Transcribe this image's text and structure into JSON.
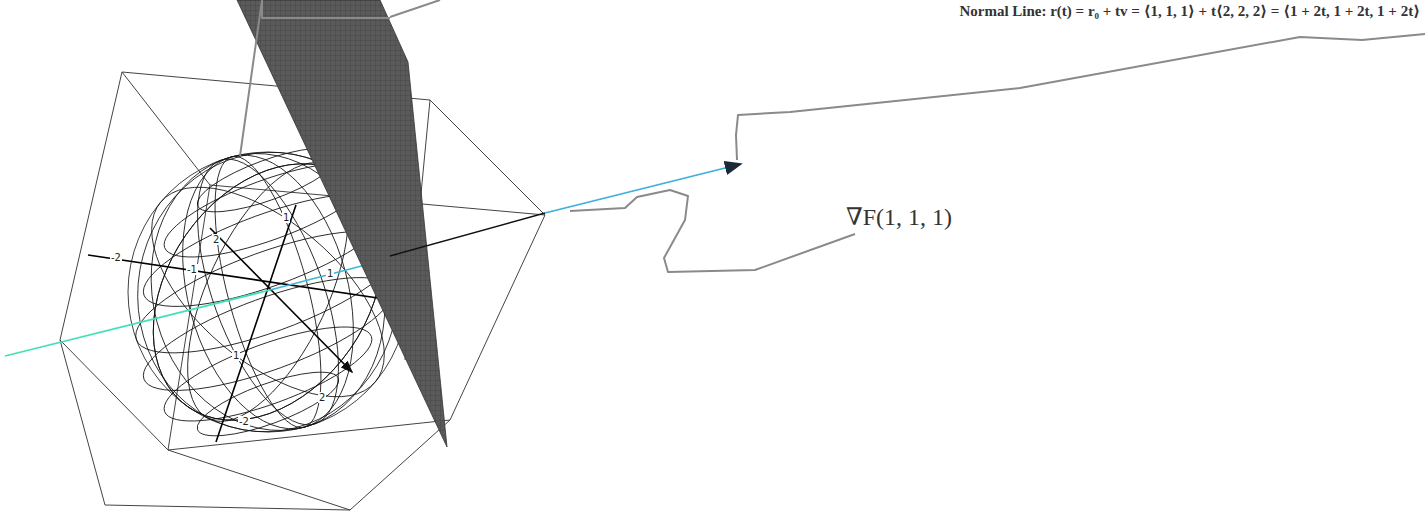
{
  "diagram": {
    "labels": [
      "Normal Line: r(t) = r₀ + tv = ⟨1, 1, 1⟩ + t⟨2, 2, 2⟩ = ⟨1 + 2t, 1 + 2t, 1 + 2t⟩",
      "∇F(1, 1, 1)",
      "-2",
      "-1",
      "1",
      "2",
      "-2",
      "1",
      "2",
      "1"
    ]
  }
}
